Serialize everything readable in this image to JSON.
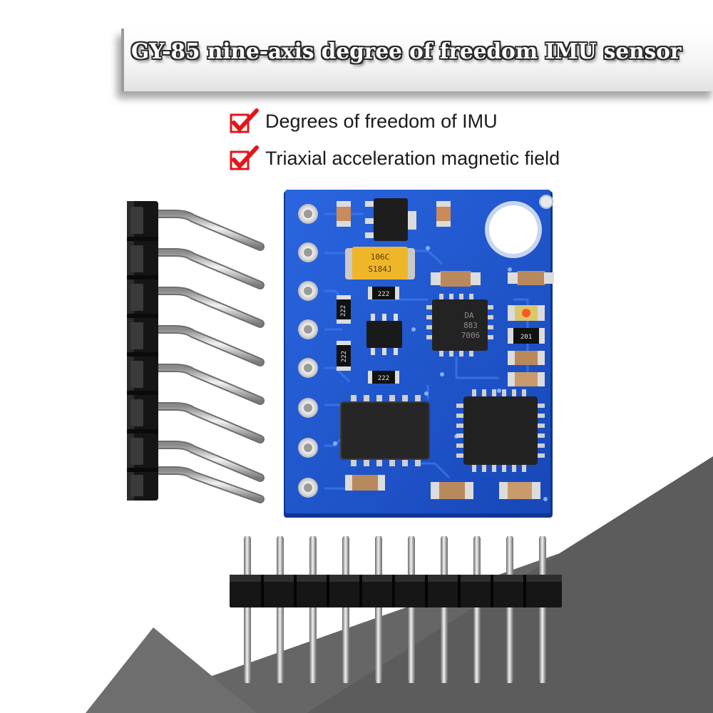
{
  "header": {
    "title": "GY-85 nine-axis degree of freedom IMU sensor"
  },
  "features": [
    {
      "label": "Degrees of freedom of IMU",
      "icon": "red-check-icon"
    },
    {
      "label": "Triaxial acceleration magnetic field",
      "icon": "red-check-icon"
    }
  ],
  "board": {
    "color": "#1f5bd6",
    "capacitor_marking_line1": "106C",
    "capacitor_marking_line2": "S184J",
    "resistor_marking_1": "222",
    "resistor_marking_2": "222",
    "resistor_marking_3": "222",
    "resistor_marking_4": "222",
    "resistor_marking_5": "201",
    "chip_marking_line1": "DA",
    "chip_marking_line2": "883",
    "chip_marking_line3": "7006"
  },
  "colors": {
    "check_red": "#e3151a",
    "backdrop_gray": "#5f5f5f",
    "pin_header_black": "#161616",
    "pin_metal": "#c9c9c9"
  }
}
